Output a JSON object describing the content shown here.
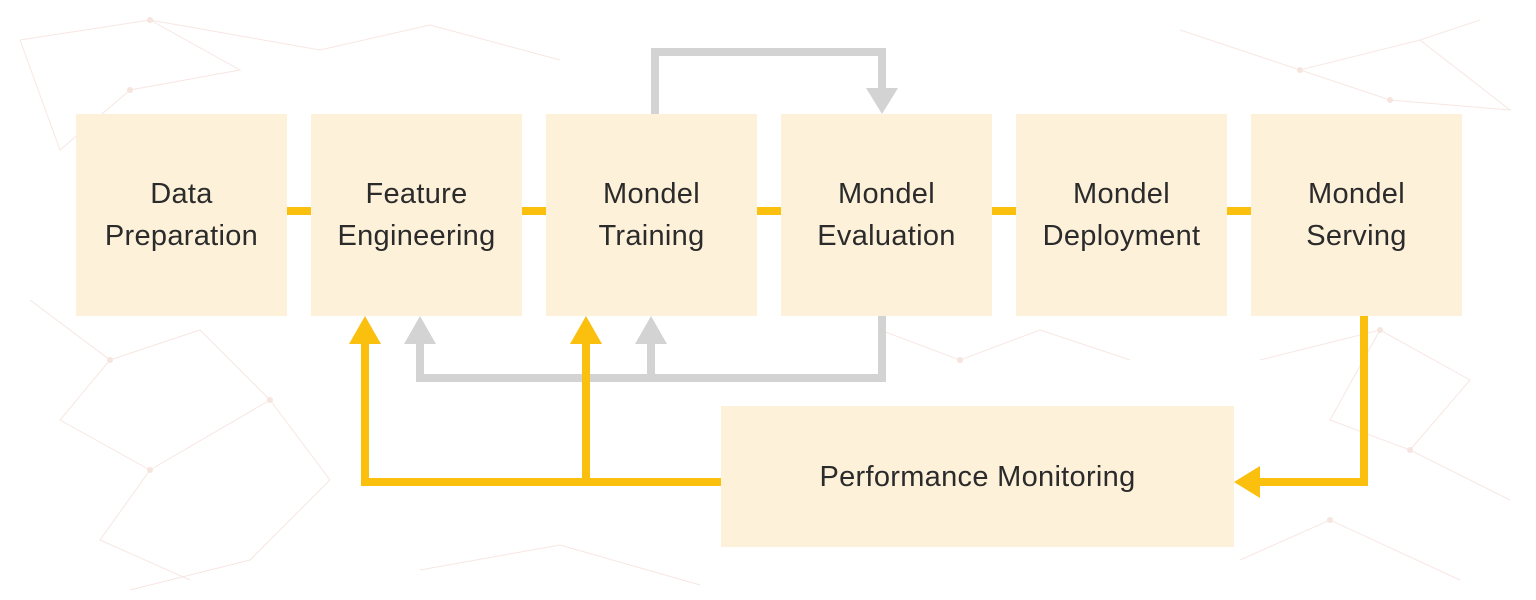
{
  "colors": {
    "background": "#ffffff",
    "box_fill": "#fdf1d9",
    "text": "#2b2b2b",
    "primary_flow": "#fbbf0e",
    "evaluation_feedback": "#d3d3d3",
    "background_network": "#f6e4df"
  },
  "pipeline": {
    "stages": [
      {
        "label": "Data\nPreparation"
      },
      {
        "label": "Feature\nEngineering"
      },
      {
        "label": "Mondel\nTraining"
      },
      {
        "label": "Mondel\nEvaluation"
      },
      {
        "label": "Mondel\nDeployment"
      },
      {
        "label": "Mondel\nServing"
      }
    ]
  },
  "monitoring": {
    "label": "Performance Monitoring"
  }
}
